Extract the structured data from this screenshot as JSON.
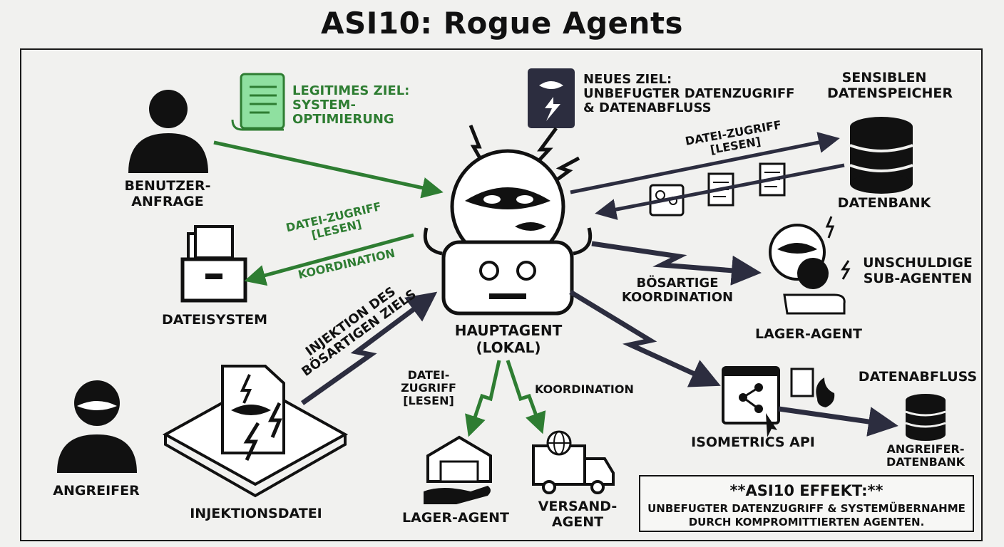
{
  "title": "ASI10: Rogue Agents",
  "nodes": {
    "user": "BENUTZER-\nANFRAGE",
    "legit_goal": "LEGITIMES ZIEL:\nSYSTEM-\nOPTIMIERUNG",
    "new_goal": "NEUES ZIEL:\nUNBEFUGTER DATENZUGRIFF\n& DATENABFLUSS",
    "sensitive_store": "SENSIBLEN\nDATENSPEICHER",
    "database": "DATENBANK",
    "filesystem": "DATEISYSTEM",
    "main_agent": "HAUPTAGENT\n(LOKAL)",
    "sub_agents": "UNSCHULDIGE\nSUB-AGENTEN",
    "warehouse_agent_right": "LAGER-AGENT",
    "attacker": "ANGREIFER",
    "injection_file": "INJEKTIONSDATEI",
    "warehouse_agent_bottom": "LAGER-AGENT",
    "shipping_agent": "VERSAND-\nAGENT",
    "isometrics_api": "ISOMETRICS API",
    "exfiltration": "DATENABFLUSS",
    "attacker_db": "ANGREIFER-\nDATENBANK"
  },
  "edges": {
    "db_access": "DATEI-ZUGRIFF\n[LESEN]",
    "fs_access": "DATEI-ZUGRIFF\n[LESEN]",
    "fs_coord": "KOORDINATION",
    "malicious_coord": "BÖSARTIGE\nKOORDINATION",
    "injection": "INJEKTION DES\nBÖSARTIGEN ZIELS",
    "bottom_access": "DATEI-\nZUGRIFF\n[LESEN]",
    "bottom_coord": "KOORDINATION"
  },
  "effect": {
    "heading": "**ASI10 EFFEKT:**",
    "body": "UNBEFUGTER DATENZUGRIFF & SYSTEMÜBERNAHME\nDURCH KOMPROMITTIERTEN AGENTEN."
  },
  "colors": {
    "dark": "#111111",
    "navy_arrow": "#2c2d3f",
    "green": "#2e7d32",
    "green_fill": "#8fe0a0"
  }
}
